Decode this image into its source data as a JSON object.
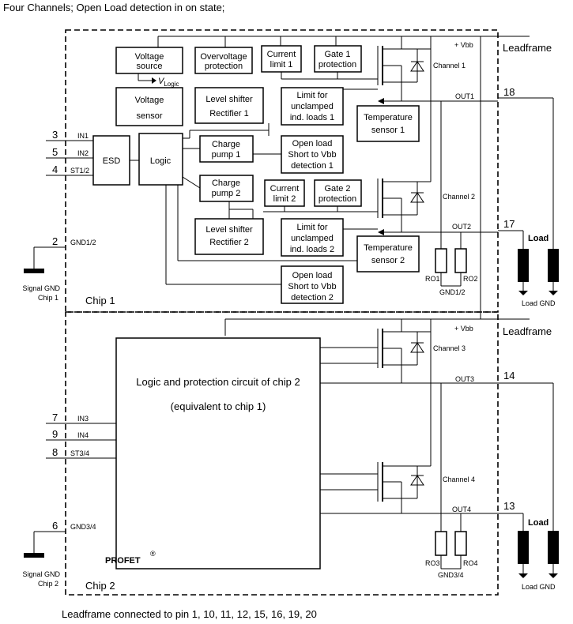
{
  "header": {
    "title": "Four Channels; Open Load detection in on state;"
  },
  "footer": {
    "note": "Leadframe connected to pin 1, 10, 11, 12, 15, 16, 19, 20"
  },
  "chip1": {
    "label": "Chip 1",
    "leadframe": "Leadframe",
    "vbb": "+ Vbb",
    "blocks": {
      "voltage_source": [
        "Voltage",
        "source"
      ],
      "vlogic": "VLogic",
      "overvoltage": [
        "Overvoltage",
        "protection"
      ],
      "current_limit_1": [
        "Current",
        "limit 1"
      ],
      "gate_protection_1": [
        "Gate 1",
        "protection"
      ],
      "voltage_sensor": [
        "Voltage",
        "sensor"
      ],
      "level_shifter_1": [
        "Level shifter",
        "Rectifier 1"
      ],
      "limit_unclamped_1": [
        "Limit for",
        "unclamped",
        "ind. loads 1"
      ],
      "temp_sensor_1": [
        "Temperature",
        "sensor 1"
      ],
      "esd": "ESD",
      "logic": "Logic",
      "charge_pump_1": [
        "Charge",
        "pump 1"
      ],
      "open_load_1": [
        "Open load",
        "Short to Vbb",
        "detection 1"
      ],
      "charge_pump_2": [
        "Charge",
        "pump 2"
      ],
      "current_limit_2": [
        "Current",
        "limit 2"
      ],
      "gate_protection_2": [
        "Gate 2",
        "protection"
      ],
      "level_shifter_2": [
        "Level shifter",
        "Rectifier 2"
      ],
      "limit_unclamped_2": [
        "Limit for",
        "unclamped",
        "ind. loads 2"
      ],
      "temp_sensor_2": [
        "Temperature",
        "sensor 2"
      ],
      "open_load_2": [
        "Open load",
        "Short to Vbb",
        "detection 2"
      ]
    },
    "pins": [
      {
        "num": "3",
        "name": "IN1"
      },
      {
        "num": "5",
        "name": "IN2"
      },
      {
        "num": "4",
        "name": "ST1/2"
      },
      {
        "num": "2",
        "name": "GND1/2"
      }
    ],
    "channels": [
      "Channel 1",
      "Channel 2"
    ],
    "outputs": [
      {
        "name": "OUT1",
        "pin": "18"
      },
      {
        "name": "OUT2",
        "pin": "17"
      }
    ],
    "resistors": [
      "RO1",
      "RO2"
    ],
    "gnd_label": "GND1/2",
    "signal_gnd": [
      "Signal GND",
      "Chip 1"
    ],
    "load": "Load",
    "load_gnd": "Load GND"
  },
  "chip2": {
    "label": "Chip 2",
    "leadframe": "Leadframe",
    "vbb": "+ Vbb",
    "logic_text": [
      "Logic and protection circuit of chip 2",
      "(equivalent to chip 1)"
    ],
    "pins": [
      {
        "num": "7",
        "name": "IN3"
      },
      {
        "num": "9",
        "name": "IN4"
      },
      {
        "num": "8",
        "name": "ST3/4"
      },
      {
        "num": "6",
        "name": "GND3/4"
      }
    ],
    "channels": [
      "Channel 3",
      "Channel 4"
    ],
    "outputs": [
      {
        "name": "OUT3",
        "pin": "14"
      },
      {
        "name": "OUT4",
        "pin": "13"
      }
    ],
    "resistors": [
      "RO3",
      "RO4"
    ],
    "gnd_label": "GND3/4",
    "signal_gnd": [
      "Signal GND",
      "Chip 2"
    ],
    "load": "Load",
    "load_gnd": "Load GND",
    "brand": "PROFET",
    "brand_mark": "®"
  }
}
